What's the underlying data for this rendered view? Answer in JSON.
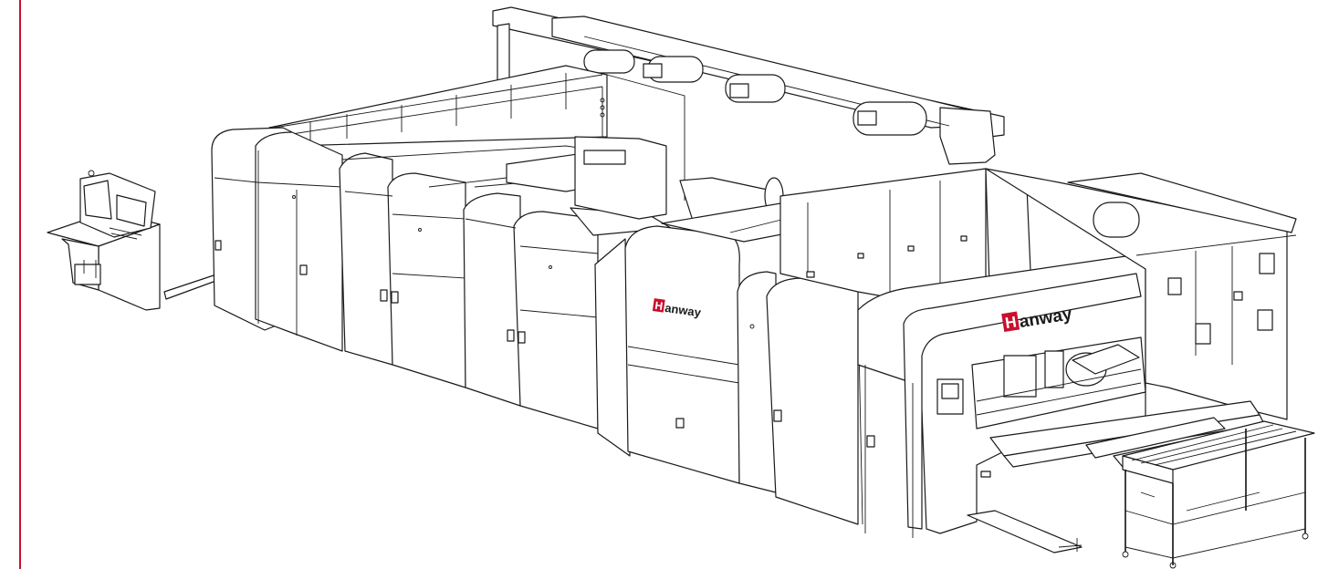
{
  "brand": {
    "name": "Hanway",
    "logo_initial": "H",
    "logo_rest": "anway",
    "accent_color": "#c8102e",
    "line_color": "#1a1a1a",
    "background": "#ffffff"
  },
  "icons": {
    "control_console": "control-console-icon",
    "gantry": "overhead-gantry",
    "feeder_table": "output-conveyor-table"
  }
}
